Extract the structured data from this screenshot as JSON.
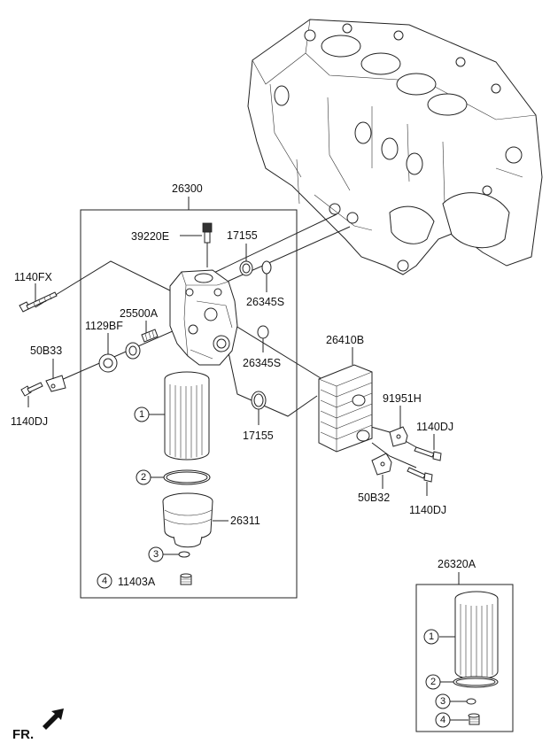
{
  "labels": {
    "assembly_main": "26300",
    "sensor": "39220E",
    "oring_top": "17155",
    "gasket_top": "26345S",
    "bolt_top": "1140FX",
    "valve": "25500A",
    "plug": "1129BF",
    "bracket_left": "50B33",
    "bolt_left": "1140DJ",
    "gasket_mid": "26345S",
    "oring_mid": "17155",
    "cooler": "26410B",
    "bracket_right_top": "91951H",
    "bolt_right_top": "1140DJ",
    "bracket_right_bottom": "50B32",
    "bolt_right_bottom": "1140DJ",
    "filter_cap": "26311",
    "drain_plug": "11403A",
    "kit": "26320A",
    "front_marker": "FR."
  },
  "callouts": {
    "c1": "1",
    "c2": "2",
    "c3": "3",
    "c4": "4",
    "k1": "1",
    "k2": "2",
    "k3": "3",
    "k4": "4"
  },
  "icons": {
    "front_arrow": "arrow-left-down-icon"
  }
}
